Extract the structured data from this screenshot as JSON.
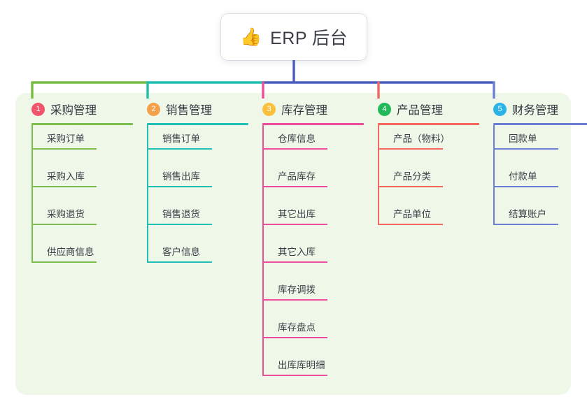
{
  "root": {
    "icon": "thumbs-up-emoji",
    "emoji": "👍",
    "title": "ERP 后台"
  },
  "theme": {
    "page_background": "#ffffff",
    "panel_background": "#EFF7E9",
    "root_card_background": "#ffffff",
    "text_color": "#3a4048"
  },
  "connector": {
    "trunk_color": "#4A5BBF",
    "segments": [
      {
        "color": "#76BC43",
        "label": "purchase-segment"
      },
      {
        "color": "#1FBFAF",
        "label": "sales-segment"
      },
      {
        "color": "#4A5BBF",
        "label": "right-segment"
      }
    ]
  },
  "columns": [
    {
      "index": "1",
      "title": "采购管理",
      "badge_color": "#F2546B",
      "line_color": "#7BBE4E",
      "drop_color": "#76BC43",
      "items": [
        {
          "label": "采购订单"
        },
        {
          "label": "采购入库"
        },
        {
          "label": "采购退货"
        },
        {
          "label": "供应商信息"
        }
      ]
    },
    {
      "index": "2",
      "title": "销售管理",
      "badge_color": "#F5A04A",
      "line_color": "#1FBFB5",
      "drop_color": "#1FBFAF",
      "items": [
        {
          "label": "销售订单"
        },
        {
          "label": "销售出库"
        },
        {
          "label": "销售退货"
        },
        {
          "label": "客户信息"
        }
      ]
    },
    {
      "index": "3",
      "title": "库存管理",
      "badge_color": "#FAC03D",
      "line_color": "#ED4E9B",
      "drop_color": "#ED4E9B",
      "items": [
        {
          "label": "仓库信息"
        },
        {
          "label": "产品库存"
        },
        {
          "label": "其它出库"
        },
        {
          "label": "其它入库"
        },
        {
          "label": "库存调拨"
        },
        {
          "label": "库存盘点"
        },
        {
          "label": "出库库明细"
        }
      ]
    },
    {
      "index": "4",
      "title": "产品管理",
      "badge_color": "#23B85A",
      "line_color": "#F4675C",
      "drop_color": "#F4675C",
      "items": [
        {
          "label": "产品（物料）"
        },
        {
          "label": "产品分类"
        },
        {
          "label": "产品单位"
        }
      ]
    },
    {
      "index": "5",
      "title": "财务管理",
      "badge_color": "#2BB3E8",
      "line_color": "#6C7FD4",
      "drop_color": "#6C7FD4",
      "items": [
        {
          "label": "回款单"
        },
        {
          "label": "付款单"
        },
        {
          "label": "结算账户"
        }
      ]
    }
  ]
}
